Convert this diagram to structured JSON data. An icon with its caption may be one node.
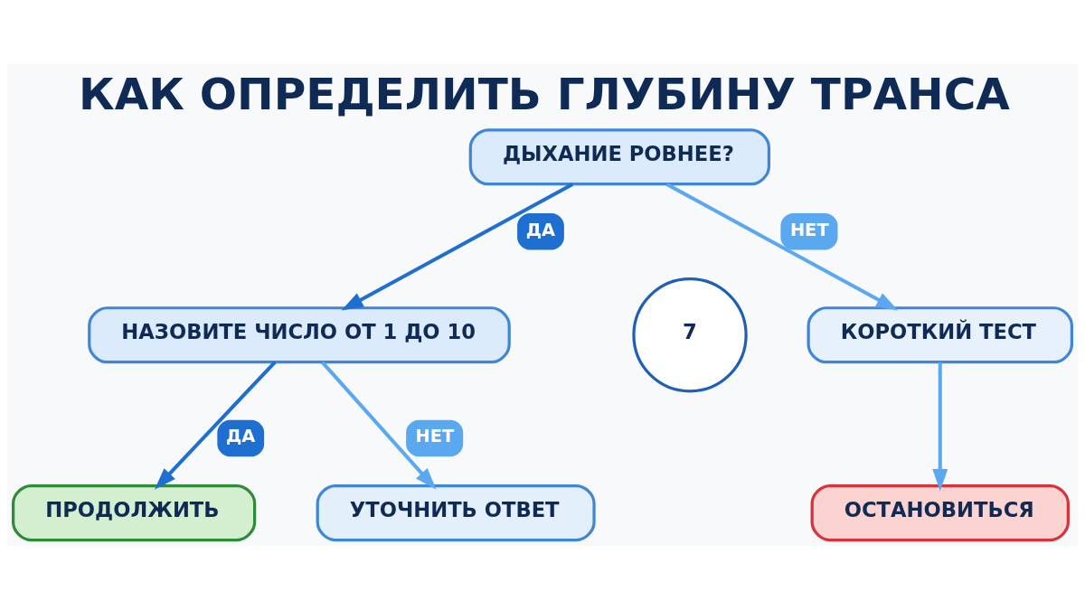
{
  "diagram": {
    "title": "КАК ОПРЕДЕЛИТЬ ГЛУБИНУ ТРАНСА",
    "nodes": [
      {
        "text": [
          "ДЫХАНИЕ РОВНЕЕ?"
        ]
      },
      {
        "text": [
          "НАЗОВИТЕ ЧИСЛО ОТ 1 ДО 10"
        ]
      },
      {
        "text": [
          "КОРОТКИЙ ТЕСТ"
        ]
      },
      {
        "text": [
          "ПРОДОЛЖИТЬ"
        ]
      },
      {
        "text": [
          "УТОЧНИТЬ ОТВЕТ"
        ]
      },
      {
        "text": [
          "ОСТАНОВИТЬСЯ"
        ]
      },
      {
        "text": [
          "7"
        ]
      }
    ],
    "edges": [
      {
        "from": 0,
        "to": 1,
        "arrow": "to",
        "label": "ДА",
        "color": "#1f6fd1"
      },
      {
        "from": 0,
        "to": 2,
        "arrow": "to",
        "label": "НЕТ"
      },
      {
        "from": 1,
        "to": 3,
        "arrow": "to",
        "label": "ДА",
        "color": "#1f6fd1"
      },
      {
        "from": 1,
        "to": 4,
        "arrow": "to",
        "label": "НЕТ"
      },
      {
        "from": 2,
        "to": 5,
        "arrow": "to"
      }
    ]
  }
}
